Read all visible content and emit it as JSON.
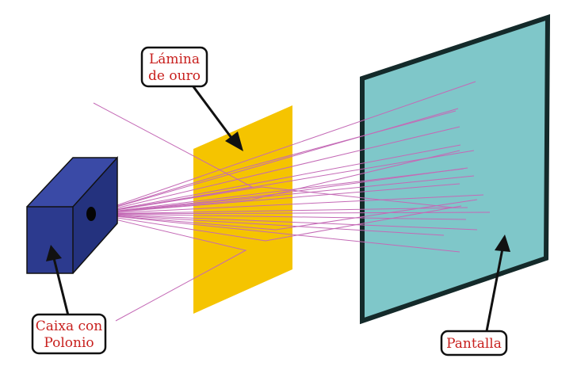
{
  "labels": {
    "foil_line1": "Lámina",
    "foil_line2": "de ouro",
    "source_line1": "Caixa con",
    "source_line2": "Polonio",
    "screen": "Pantalla"
  },
  "colors": {
    "source_front": "#2c3a8e",
    "source_side": "#24327e",
    "source_top": "#3a4aa6",
    "foil": "#f5c400",
    "screen_fill": "#7fc7c9",
    "screen_border": "#142a2a",
    "rays": "#c46ab6",
    "label_text": "#c8201e",
    "arrows": "#111111"
  },
  "icons": {
    "source_box": "polonium-box-icon",
    "gold_foil": "gold-foil-icon",
    "detector_screen": "screen-icon"
  }
}
